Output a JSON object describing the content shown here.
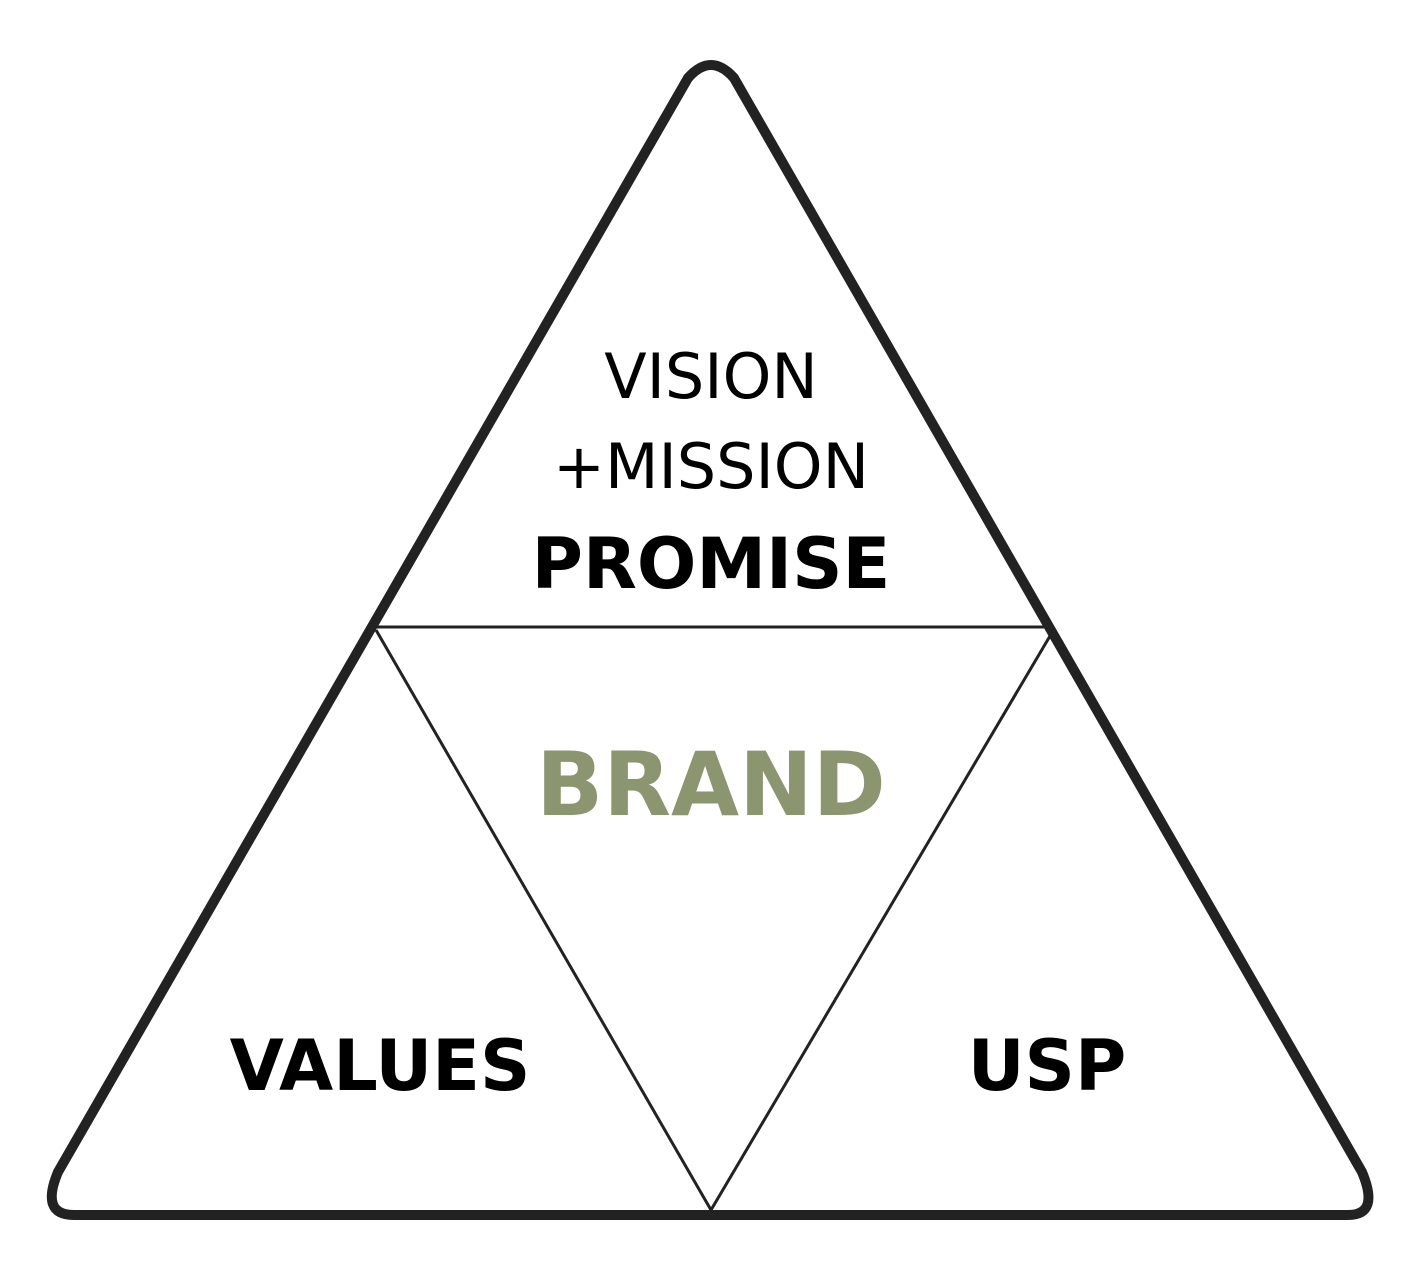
{
  "diagram": {
    "top_section": {
      "line1": "VISION",
      "line2": "+MISSION",
      "line3": "PROMISE"
    },
    "center_section": {
      "label": "BRAND"
    },
    "left_section": {
      "label": "VALUES"
    },
    "right_section": {
      "label": "USP"
    }
  },
  "colors": {
    "outline": "#222222",
    "inner_lines": "#222222",
    "text": "#000000",
    "brand_text": "#8b9570",
    "background": "#ffffff"
  }
}
